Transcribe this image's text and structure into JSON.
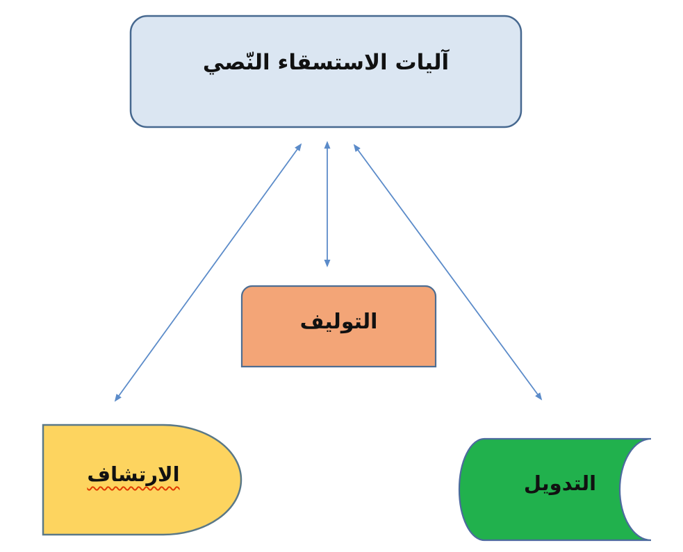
{
  "page": {
    "background_color": "#ffffff"
  },
  "diagram": {
    "connector_color": "#5b8bc9",
    "nodes": {
      "top": {
        "label": "آليات الاستسقاء النّصي",
        "shape": "rounded-rectangle",
        "fill": "#dbe6f2",
        "border": "#46688f"
      },
      "middle": {
        "label": "التوليف",
        "shape": "round-top-corners-rectangle",
        "fill": "#f3a577",
        "border": "#4d6d92"
      },
      "left": {
        "label": "الارتشاف",
        "shape": "delay-half-rounded-right",
        "fill": "#fdd45f",
        "border": "#5a7887",
        "spellcheck_underline_color": "#e03a00"
      },
      "right": {
        "label": "التدويل",
        "shape": "stored-data",
        "fill": "#21b14d",
        "border": "#4c6a9e"
      }
    }
  }
}
